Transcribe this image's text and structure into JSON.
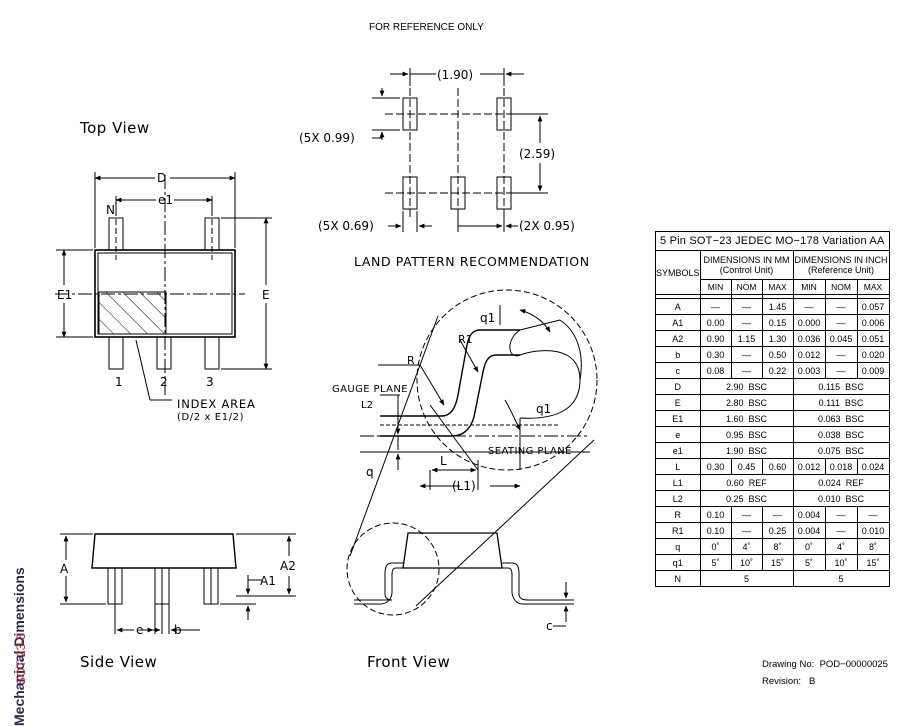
{
  "header": {
    "reference": "FOR REFERENCE ONLY"
  },
  "side": {
    "title": "Mechanical Dimensions",
    "subtitle": "SOT-23-5"
  },
  "views": {
    "top": "Top View",
    "side": "Side View",
    "front": "Front View",
    "land": "LAND PATTERN RECOMMENDATION"
  },
  "labels": {
    "D": "D",
    "e1": "e1",
    "N": "N",
    "E1": "E1",
    "E": "E",
    "pin1": "1",
    "pin2": "2",
    "pin3": "3",
    "index_area": "INDEX AREA",
    "index_formula": "(D/2 x E1/2)",
    "land_190": "(1.90)",
    "land_5x099": "(5X 0.99)",
    "land_259": "(2.59)",
    "land_5x069": "(5X 0.69)",
    "land_2x095": "(2X 0.95)",
    "A": "A",
    "A2": "A2",
    "A1": "A1",
    "e": "e",
    "b": "b",
    "c": "c",
    "R": "R",
    "R1": "R1",
    "q1": "q1",
    "q1b": "q1",
    "gauge_plane": "GAUGE PLANE",
    "L2": "L2",
    "q": "q",
    "L": "L",
    "L1": "(L1)",
    "seating_plane": "SEATING PLANE"
  },
  "table": {
    "title": "5 Pin SOT−23 JEDEC MO−178 Variation AA",
    "symbols_header": "SYMBOLS",
    "mm_header_1": "DIMENSIONS IN MM",
    "mm_header_2": "(Control Unit)",
    "inch_header_1": "DIMENSIONS IN INCH",
    "inch_header_2": "(Reference Unit)",
    "min": "MIN",
    "nom": "NOM",
    "max": "MAX",
    "rows": [
      {
        "s": "A",
        "v": [
          "—",
          "—",
          "1.45",
          "—",
          "—",
          "0.057"
        ]
      },
      {
        "s": "A1",
        "v": [
          "0.00",
          "—",
          "0.15",
          "0.000",
          "—",
          "0.006"
        ]
      },
      {
        "s": "A2",
        "v": [
          "0.90",
          "1.15",
          "1.30",
          "0.036",
          "0.045",
          "0.051"
        ]
      },
      {
        "s": "b",
        "v": [
          "0.30",
          "—",
          "0.50",
          "0.012",
          "—",
          "0.020"
        ]
      },
      {
        "s": "c",
        "v": [
          "0.08",
          "—",
          "0.22",
          "0.003",
          "—",
          "0.009"
        ]
      },
      {
        "s": "D",
        "mm": "2.90  BSC",
        "in": "0.115  BSC"
      },
      {
        "s": "E",
        "mm": "2.80  BSC",
        "in": "0.111  BSC"
      },
      {
        "s": "E1",
        "mm": "1.60  BSC",
        "in": "0.063  BSC"
      },
      {
        "s": "e",
        "mm": "0.95  BSC",
        "in": "0.038  BSC"
      },
      {
        "s": "e1",
        "mm": "1.90  BSC",
        "in": "0.075  BSC"
      },
      {
        "s": "L",
        "v": [
          "0.30",
          "0.45",
          "0.60",
          "0.012",
          "0.018",
          "0.024"
        ]
      },
      {
        "s": "L1",
        "mm": "0.60  REF",
        "in": "0.024  REF"
      },
      {
        "s": "L2",
        "mm": "0.25  BSC",
        "in": "0.010  BSC"
      },
      {
        "s": "R",
        "v": [
          "0.10",
          "—",
          "—",
          "0.004",
          "—",
          "—"
        ]
      },
      {
        "s": "R1",
        "v": [
          "0.10",
          "—",
          "0.25",
          "0.004",
          "—",
          "0.010"
        ]
      },
      {
        "s": "q",
        "v": [
          "0˚",
          "4˚",
          "8˚",
          "0˚",
          "4˚",
          "8˚"
        ]
      },
      {
        "s": "q1",
        "v": [
          "5˚",
          "10˚",
          "15˚",
          "5˚",
          "10˚",
          "15˚"
        ]
      },
      {
        "s": "N",
        "mm": "5",
        "in": "5"
      }
    ]
  },
  "drawing": {
    "no_label": "Drawing No:",
    "no_value": "POD−00000025",
    "rev_label": "Revision:",
    "rev_value": "B"
  }
}
